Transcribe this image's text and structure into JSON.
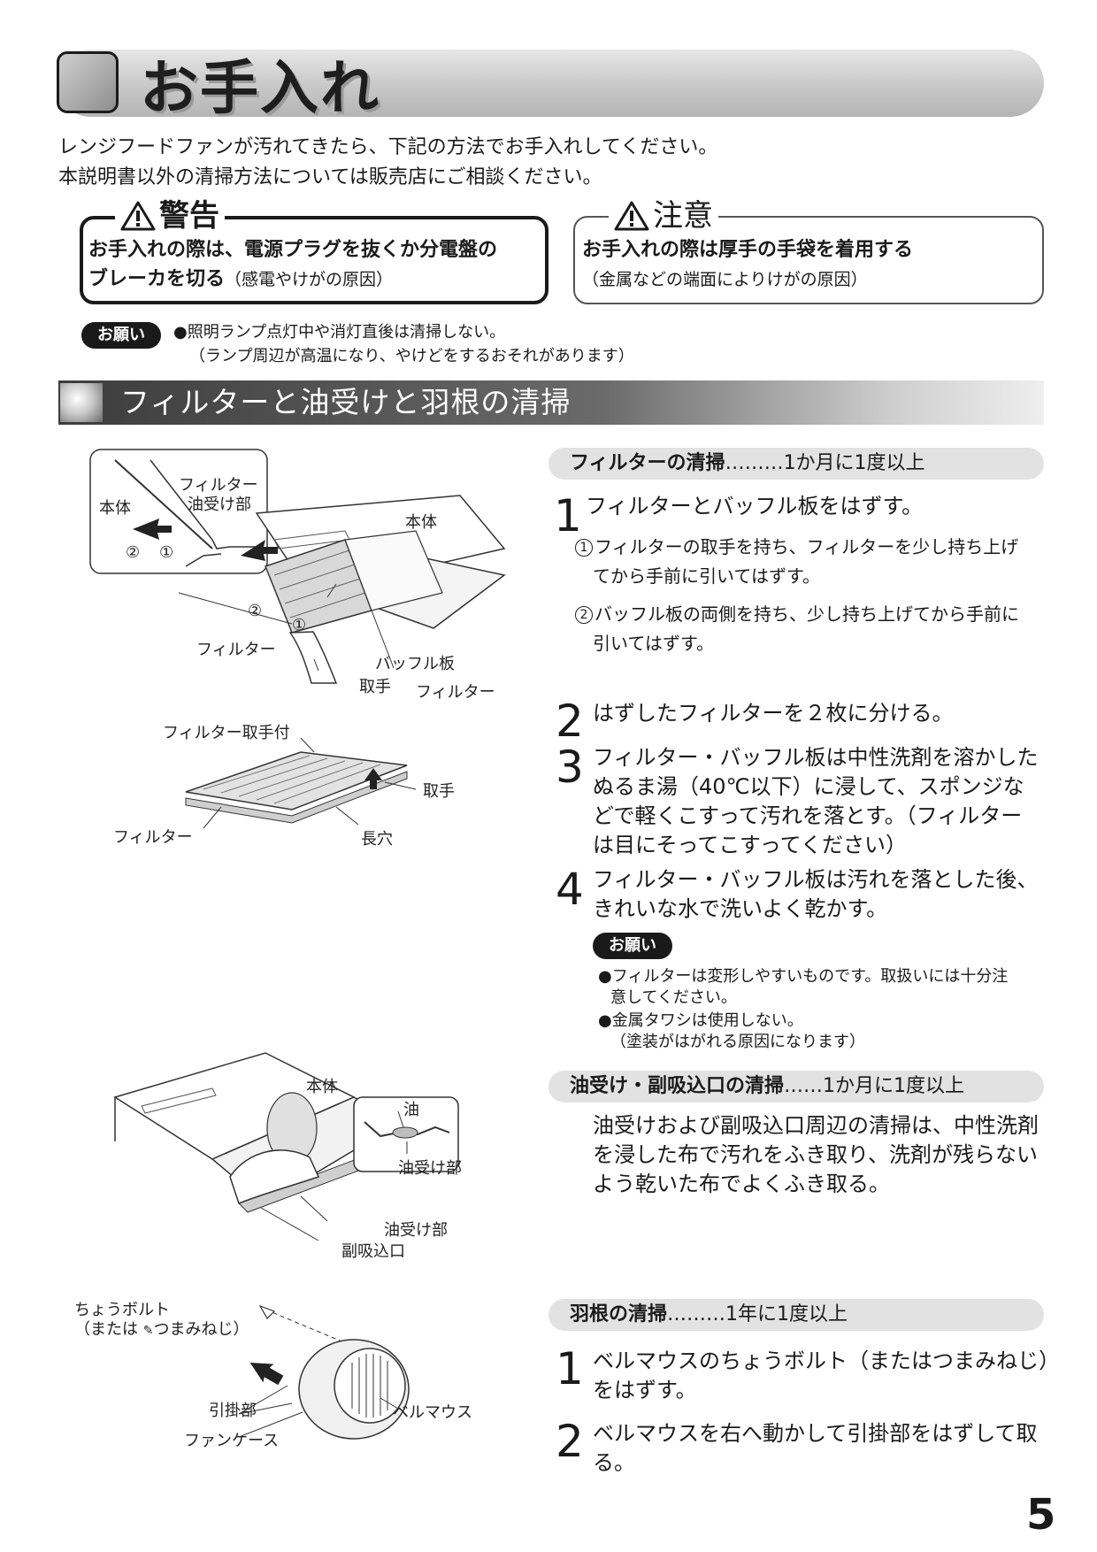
{
  "page": {
    "title": "お手入れ",
    "intro_1": "レンジフードファンが汚れてきたら、下記の方法でお手入れしてください。",
    "intro_2": "本説明書以外の清掃方法については販売店にご相談ください。",
    "page_number": "5"
  },
  "warning": {
    "title": "警告",
    "body_bold_1": "お手入れの際は、電源プラグを抜くか分電盤の",
    "body_bold_2": "ブレーカを切る",
    "body_note": "（感電やけがの原因）"
  },
  "caution": {
    "title": "注意",
    "body_bold": "お手入れの際は厚手の手袋を着用する",
    "body_note": "（金属などの端面によりけがの原因）"
  },
  "request_top": {
    "badge": "お願い",
    "line_1": "●照明ランプ点灯中や消灯直後は清掃しない。",
    "line_2": "（ランプ周辺が高温になり、やけどをするおそれがあります）"
  },
  "section": {
    "title": "フィルターと油受けと羽根の清掃"
  },
  "filter_cleaning": {
    "header_bold": "フィルターの清掃",
    "header_freq": "………1か月に1度以上",
    "steps": [
      {
        "num": "1",
        "text": "フィルターとバッフル板をはずす。"
      },
      {
        "num": "2",
        "text": "はずしたフィルターを２枚に分ける。"
      },
      {
        "num": "3",
        "text_1": "フィルター・バッフル板は中性洗剤を溶かした",
        "text_2": "ぬるま湯（40℃以下）に浸して、スポンジな",
        "text_3": "どで軽くこすって汚れを落とす。（フィルター",
        "text_4": "は目にそってこすってください）"
      },
      {
        "num": "4",
        "text_1": "フィルター・バッフル板は汚れを落とした後、",
        "text_2": "きれいな水で洗いよく乾かす。"
      }
    ],
    "substeps": [
      {
        "mark": "1",
        "text_1": "フィルターの取手を持ち、フィルターを少し持ち上げ",
        "text_2": "てから手前に引いてはずす。"
      },
      {
        "mark": "2",
        "text_1": "バッフル板の両側を持ち、少し持ち上げてから手前に",
        "text_2": "引いてはずす。"
      }
    ],
    "request": {
      "badge": "お願い",
      "line_1": "●フィルターは変形しやすいものです。取扱いには十分注",
      "line_2": "意してください。",
      "line_3": "●金属タワシは使用しない。",
      "line_4": "（塗装がはがれる原因になります）"
    }
  },
  "oil_cleaning": {
    "header_bold": "油受け・副吸込口の清掃",
    "header_freq": "……1か月に1度以上",
    "text_1": "油受けおよび副吸込口周辺の清掃は、中性洗剤",
    "text_2": "を浸した布で汚れをふき取り、洗剤が残らない",
    "text_3": "よう乾いた布でよくふき取る。"
  },
  "fan_cleaning": {
    "header_bold": "羽根の清掃",
    "header_freq": "………1年に1度以上",
    "steps": [
      {
        "num": "1",
        "text_1": "ベルマウスのちょうボルト（またはつまみねじ）",
        "text_2": "をはずす。"
      },
      {
        "num": "2",
        "text_1": "ベルマウスを右へ動かして引掛部をはずして取",
        "text_2": "る。"
      }
    ]
  },
  "figure_1": {
    "inset_hontai": "本体",
    "inset_filter": "フィルター",
    "inset_oil": "油受け部",
    "inset_m2": "②",
    "inset_m1": "①",
    "hontai": "本体",
    "m2": "②",
    "m1": "①",
    "filter_left": "フィルター",
    "baffle": "バッフル板",
    "handle": "取手",
    "filter_bottom": "フィルター"
  },
  "figure_2": {
    "filter_handle": "フィルター取手付",
    "handle": "取手",
    "filter": "フィルター",
    "slot": "長穴"
  },
  "figure_3": {
    "hontai": "本体",
    "oil": "油",
    "inset_oil_part": "油受け部",
    "oil_part": "油受け部",
    "sub_inlet": "副吸込口"
  },
  "figure_4": {
    "bolt_1": "ちょうボルト",
    "bolt_2": "（または",
    "bolt_3": "つまみねじ）",
    "hook": "引掛部",
    "bellmouth": "ベルマウス",
    "fan_case": "ファンケース"
  }
}
